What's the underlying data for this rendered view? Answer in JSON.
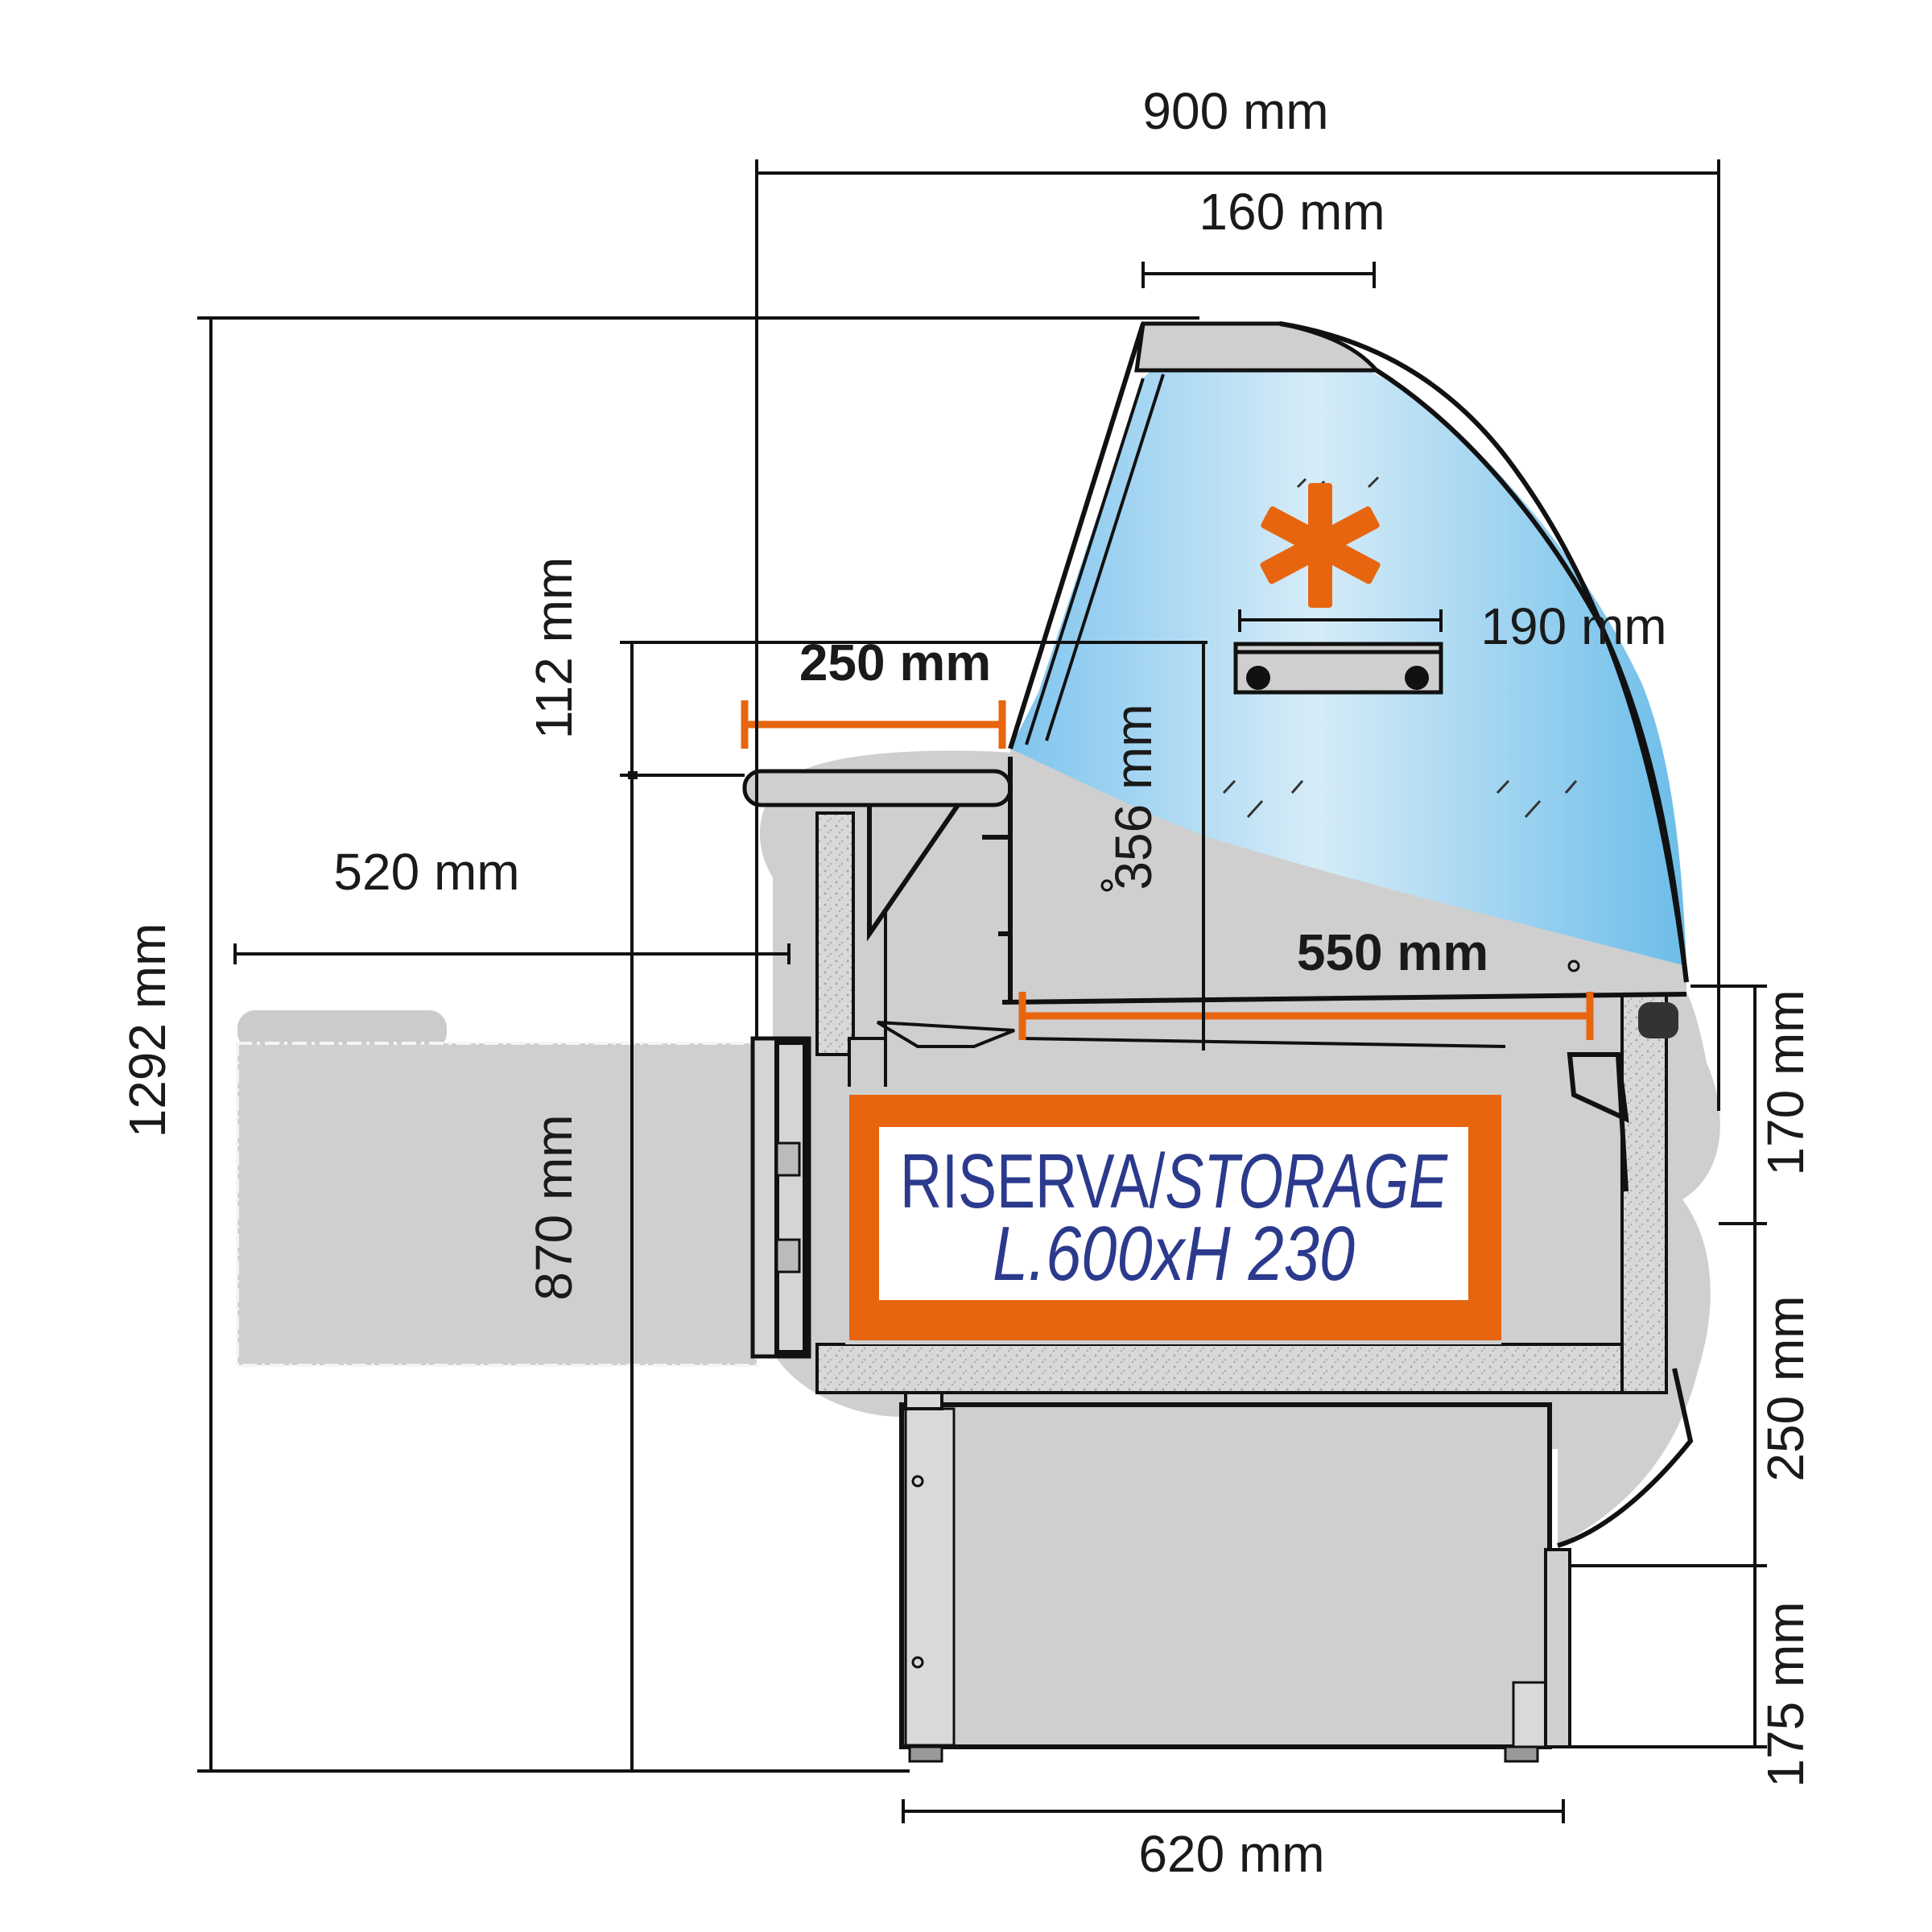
{
  "dimensions": {
    "total_depth": "900 mm",
    "top_canopy": "160 mm",
    "total_height": "1292 mm",
    "counter_top_offset": "112 mm",
    "work_shelf": "250 mm",
    "shelf_depth": "190 mm",
    "display_height": "356 mm",
    "side_counter": "520 mm",
    "display_depth": "550 mm",
    "counter_height": "870 mm",
    "front_upper": "170 mm",
    "front_middle": "250 mm",
    "front_lower": "175 mm",
    "base_width": "620 mm"
  },
  "storage": {
    "line1_a": "RISERVA/",
    "line1_b": "STORAGE",
    "line2": "L.600xH 230"
  },
  "colors": {
    "accent": "#e8650f",
    "glass": "#8fd0f2",
    "body": "#cfcfcf",
    "text_blue": "#2b3a8c"
  }
}
